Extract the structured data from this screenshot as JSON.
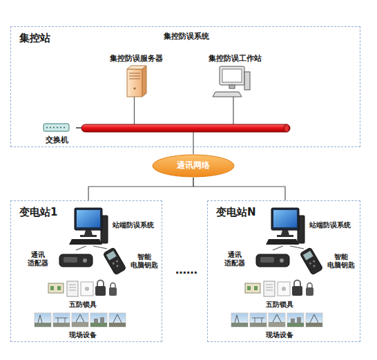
{
  "diagram": {
    "nodes": [
      {
        "text": [
          "集控站",
          "集控防误系统"
        ]
      },
      {
        "text": [
          "集控防误服务器"
        ],
        "in": 0
      },
      {
        "text": [
          "集控防误工作站"
        ],
        "in": 0
      },
      {
        "text": [
          "交换机"
        ],
        "in": 0
      },
      {
        "text": [
          "通讯网络"
        ]
      },
      {
        "text": [
          "变电站1"
        ]
      },
      {
        "text": [
          "站端防误系统"
        ],
        "in": 5
      },
      {
        "text": [
          "通讯 适配器"
        ],
        "in": 5
      },
      {
        "text": [
          "智能 电脑钥匙"
        ],
        "in": 5
      },
      {
        "text": [
          "五防锁具"
        ],
        "in": 5
      },
      {
        "text": [
          "现场设备"
        ],
        "in": 5
      },
      {
        "text": [
          "变电站N"
        ]
      },
      {
        "text": [
          "站端防误系统"
        ],
        "in": 11
      },
      {
        "text": [
          "通讯 适配器"
        ],
        "in": 11
      },
      {
        "text": [
          "智能 电脑钥匙"
        ],
        "in": 11
      },
      {
        "text": [
          "五防锁具"
        ],
        "in": 11
      },
      {
        "text": [
          "现场设备"
        ],
        "in": 11
      }
    ],
    "edges": [
      {
        "from": 1,
        "to": 3,
        "arrow": "none"
      },
      {
        "from": 2,
        "to": 3,
        "arrow": "none"
      },
      {
        "from": 3,
        "to": 4,
        "arrow": "none"
      },
      {
        "from": 4,
        "to": 5,
        "arrow": "none"
      },
      {
        "from": 4,
        "to": 11,
        "arrow": "none"
      },
      {
        "from": 6,
        "to": 7,
        "arrow": "none"
      },
      {
        "from": 6,
        "to": 8,
        "arrow": "none"
      },
      {
        "from": 12,
        "to": 13,
        "arrow": "none"
      },
      {
        "from": 12,
        "to": 14,
        "arrow": "none"
      }
    ],
    "labels": [
      "……"
    ]
  }
}
